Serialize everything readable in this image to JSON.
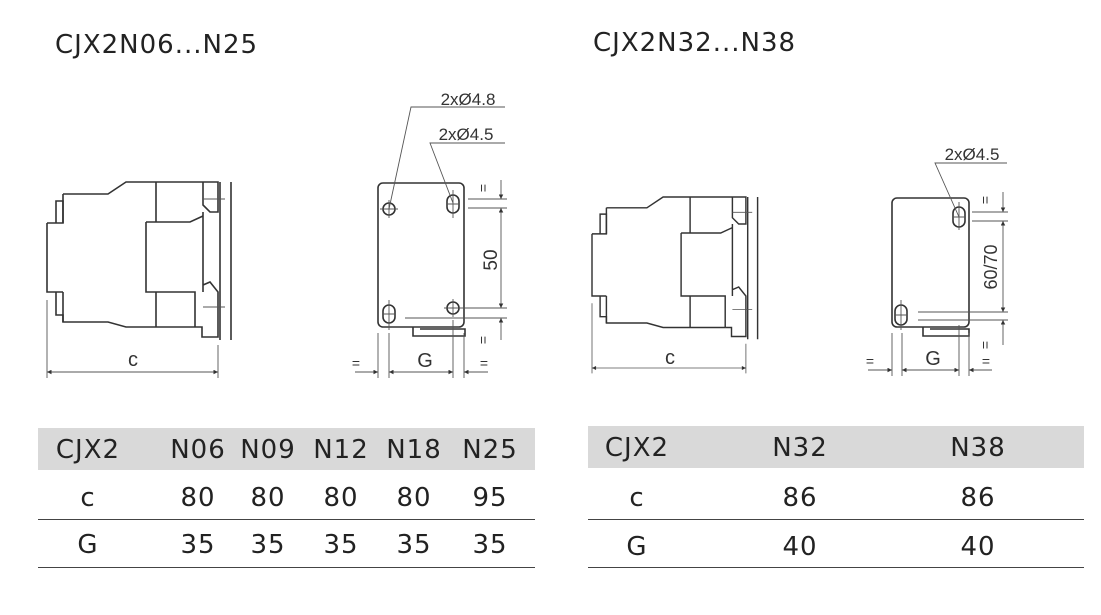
{
  "left": {
    "title": "CJX2N06...N25",
    "labels": {
      "hole1": "2xØ4.8",
      "hole2": "2xØ4.5",
      "c": "c",
      "g": "G",
      "height": "50",
      "eq": "="
    },
    "table": {
      "header": [
        "CJX2",
        "N06",
        "N09",
        "N12",
        "N18",
        "N25"
      ],
      "rows": [
        [
          "c",
          "80",
          "80",
          "80",
          "80",
          "95"
        ],
        [
          "G",
          "35",
          "35",
          "35",
          "35",
          "35"
        ]
      ]
    }
  },
  "right": {
    "title": "CJX2N32...N38",
    "labels": {
      "hole": "2xØ4.5",
      "c": "c",
      "g": "G",
      "height": "60/70",
      "eq": "="
    },
    "table": {
      "header": [
        "CJX2",
        "N32",
        "N38"
      ],
      "rows": [
        [
          "c",
          "86",
          "86"
        ],
        [
          "G",
          "40",
          "40"
        ]
      ]
    }
  },
  "colors": {
    "header_bg": "#d9d9d9",
    "line": "#333333"
  }
}
